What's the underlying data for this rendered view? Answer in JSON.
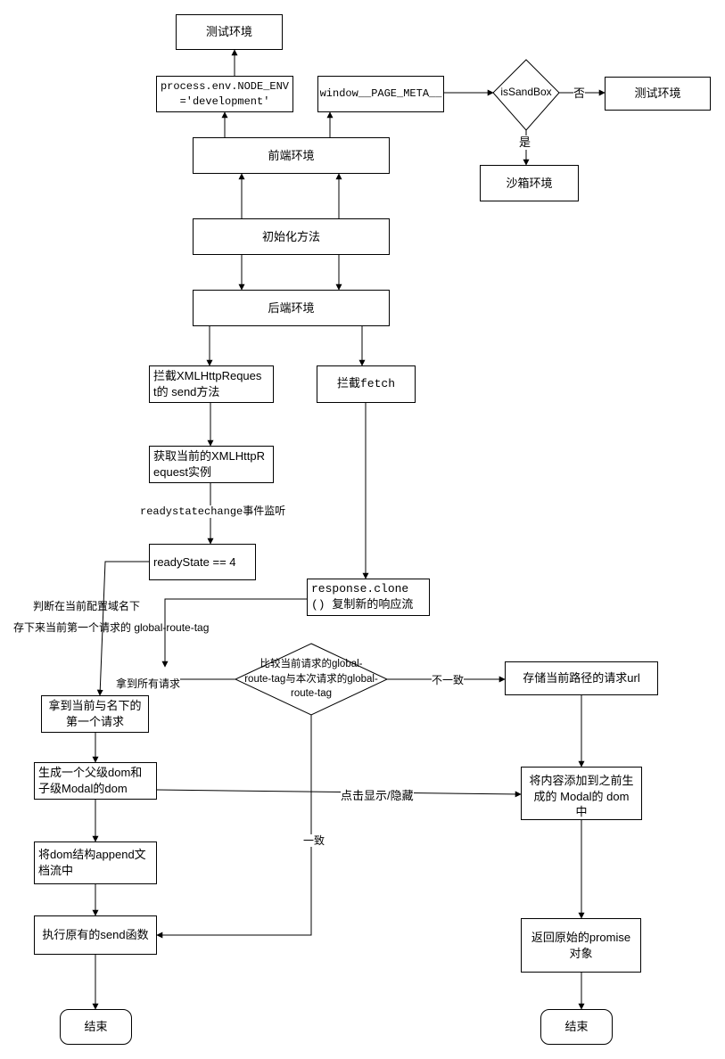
{
  "nodes": {
    "test_env_top": "测试环境",
    "node_env": "process.env.NODE_ENV\n='development'",
    "page_meta": "window__PAGE_META__",
    "is_sandbox": "isSandBox",
    "test_env_right": "测试环境",
    "sandbox_env": "沙箱环境",
    "frontend_env": "前端环境",
    "init_method": "初始化方法",
    "backend_env": "后端环境",
    "intercept_xhr": "拦截XMLHttpReques\nt的 send方法",
    "intercept_fetch": "拦截fetch",
    "get_xhr": "获取当前的XMLHttpR\nequest实例",
    "ready_state": "readyState == 4",
    "response_clone": "response.clone\n() 复制新的响应流",
    "compare_tag": "比较当前请求的global-\nroute-tag与本次请求的global-\nroute-tag",
    "store_url": "存储当前路径的请求url",
    "first_request": "拿到当前与名下的\n第一个请求",
    "gen_dom": "生成一个父级dom和\n子级Modal的dom",
    "append_content": "将内容添加到之前生\n成的 Modal的 dom\n中",
    "append_dom": "将dom结构append文\n档流中",
    "exec_send": "执行原有的send函数",
    "return_promise": "返回原始的promise\n对象",
    "end_left": "结束",
    "end_right": "结束"
  },
  "edge_labels": {
    "no": "否",
    "yes": "是",
    "readystatechange": "readystatechange事件监听",
    "judge_domain": "判断在当前配置域名下",
    "store_tag": "存下来当前第一个请求的 global-route-tag",
    "get_all": "拿到所有请求",
    "inconsistent": "不一致",
    "consistent": "一致",
    "toggle": "点击显示/隐藏"
  }
}
